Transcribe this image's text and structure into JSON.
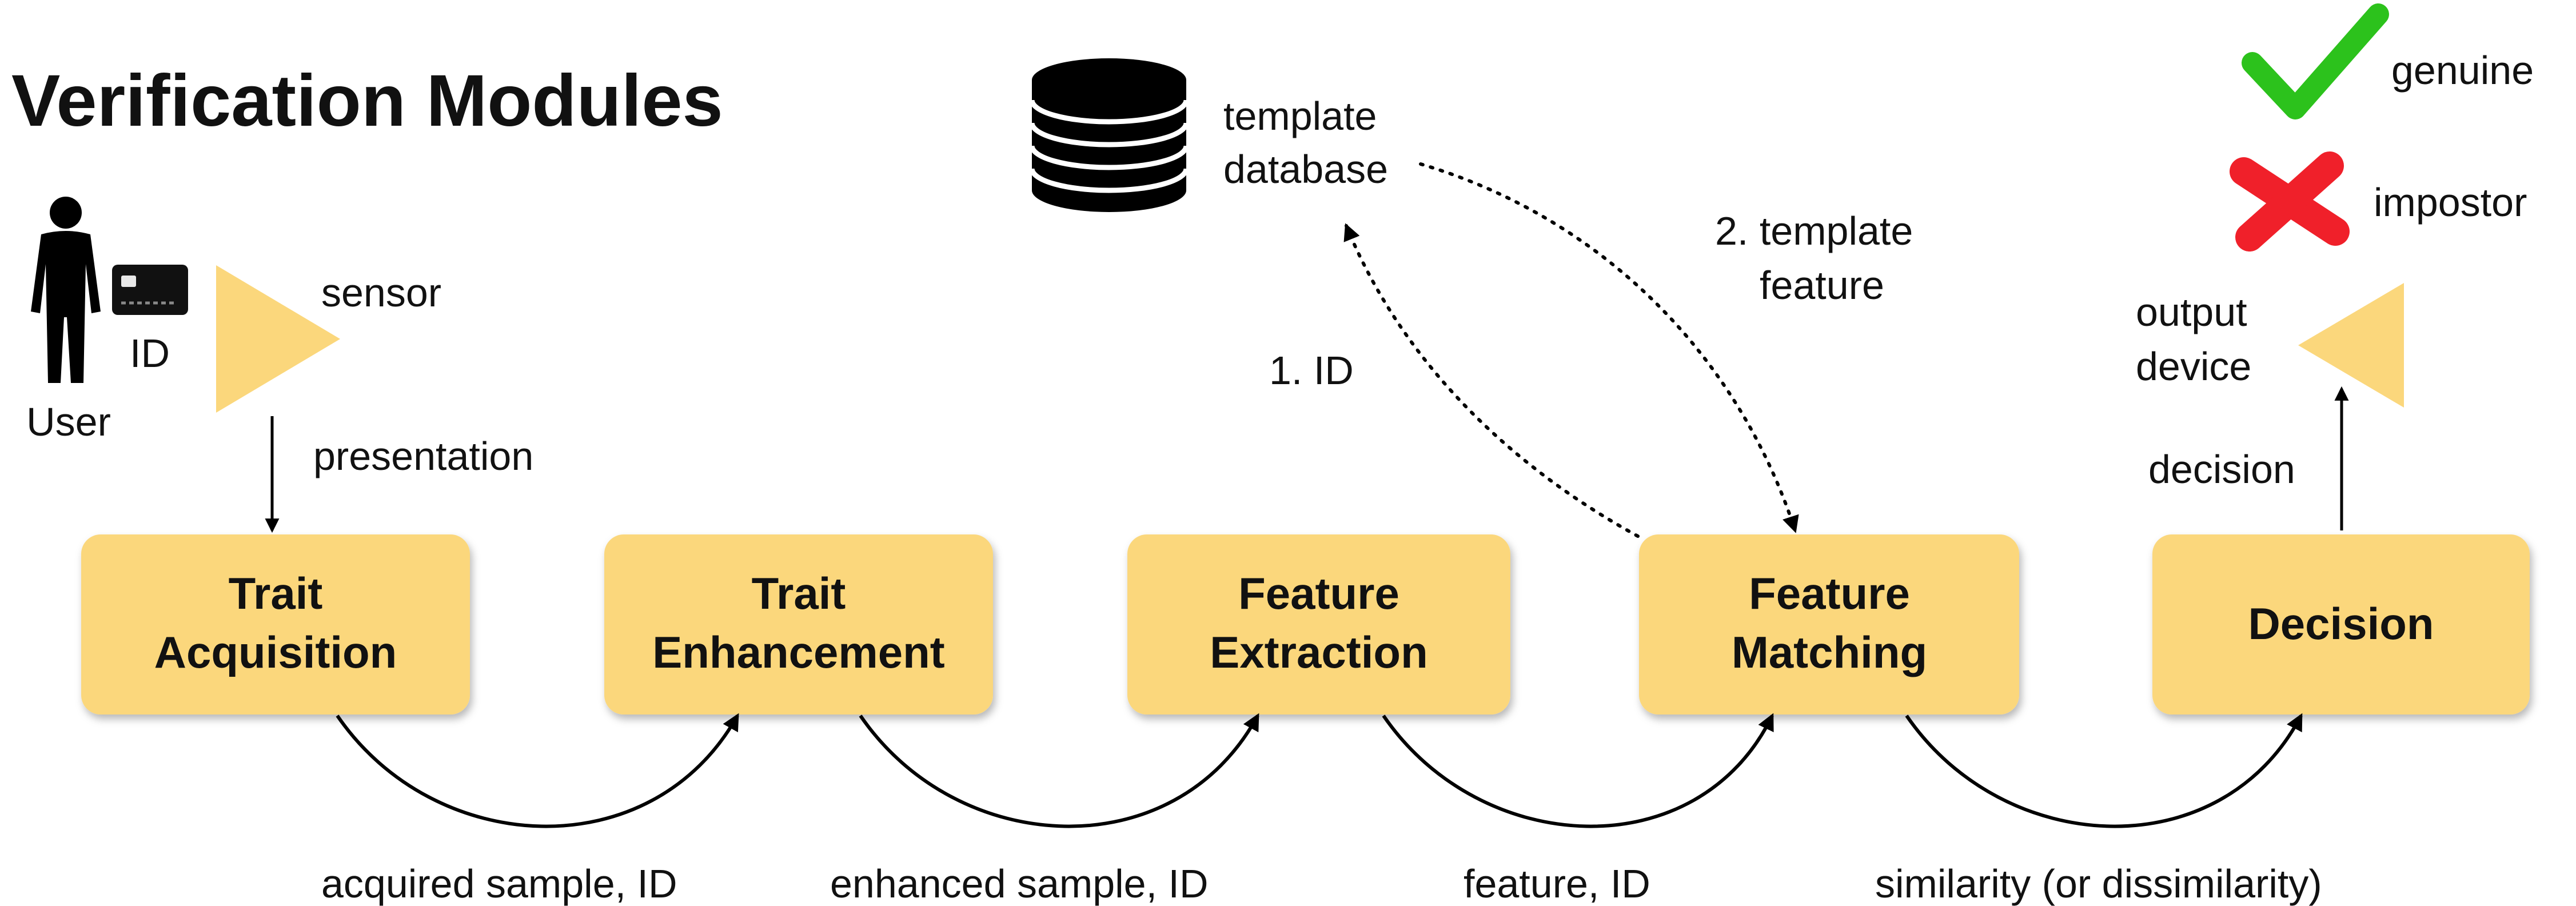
{
  "title": "Verification Modules",
  "modules": [
    {
      "line1": "Trait",
      "line2": "Acquisition"
    },
    {
      "line1": "Trait",
      "line2": "Enhancement"
    },
    {
      "line1": "Feature",
      "line2": "Extraction"
    },
    {
      "line1": "Feature",
      "line2": "Matching"
    },
    {
      "line1": "Decision",
      "line2": ""
    }
  ],
  "flows": [
    "acquired sample, ID",
    "enhanced sample, ID",
    "feature, ID",
    "similarity (or dissimilarity)"
  ],
  "user": {
    "label": "User",
    "card_label": "ID"
  },
  "sensor": {
    "label": "sensor",
    "edge_label": "presentation"
  },
  "database": {
    "line1": "template",
    "line2": "database"
  },
  "db_links": {
    "id_label": "1. ID",
    "template_line1": "2. template",
    "template_line2": "feature"
  },
  "output": {
    "line1": "output",
    "line2": "device",
    "edge_label": "decision"
  },
  "legend": {
    "genuine": "genuine",
    "impostor": "impostor"
  },
  "colors": {
    "box_fill": "#fbd77c",
    "triangle_fill": "#fbd77c",
    "check": "#2cc21c",
    "cross": "#f0202a",
    "ink": "#000000"
  }
}
